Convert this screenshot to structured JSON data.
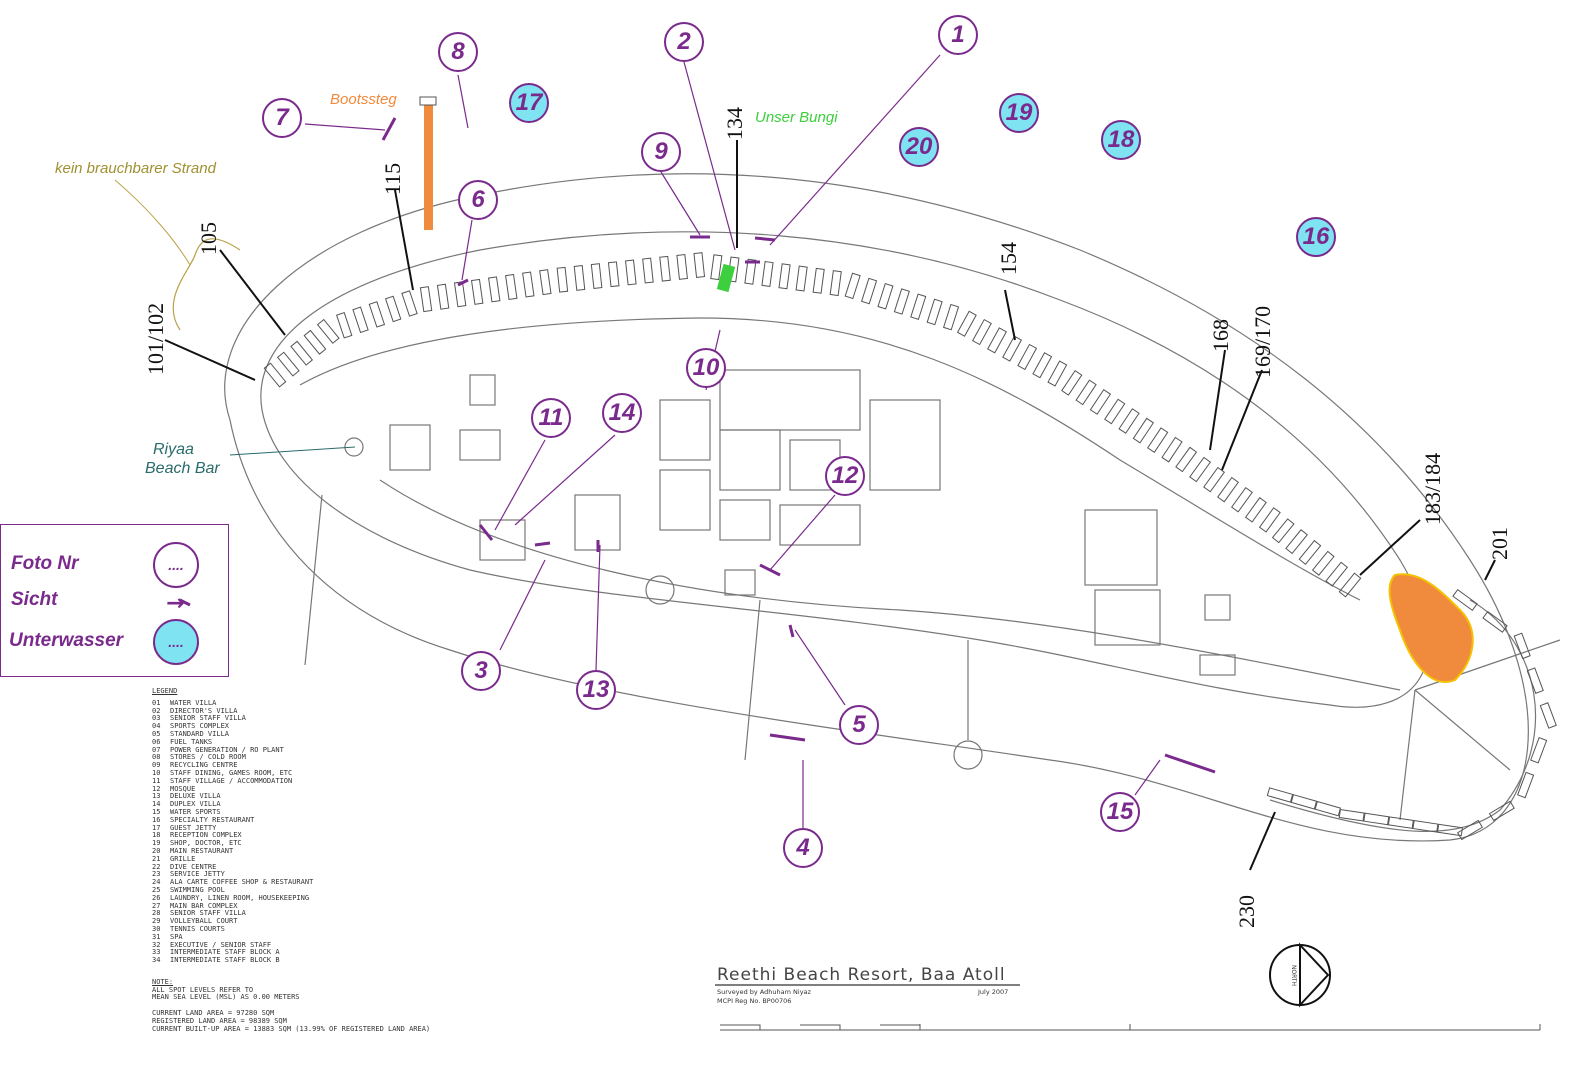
{
  "annotations": {
    "bootssteg": "Bootssteg",
    "unser_bungi": "Unser Bungi",
    "kein_strand": "kein brauchbarer Strand",
    "beach_bar_line1": "Riyaa",
    "beach_bar_line2": "Beach Bar"
  },
  "villa_labels": [
    "101/102",
    "105",
    "115",
    "134",
    "154",
    "168",
    "169/170",
    "183/184",
    "201",
    "230"
  ],
  "photo_markers": [
    "1",
    "2",
    "3",
    "4",
    "5",
    "6",
    "7",
    "8",
    "9",
    "10",
    "11",
    "12",
    "13",
    "14",
    "15"
  ],
  "underwater_markers": [
    "16",
    "17",
    "18",
    "19",
    "20"
  ],
  "key": {
    "foto_nr": "Foto Nr",
    "sicht": "Sicht",
    "unterwasser": "Unterwasser",
    "dots": "...."
  },
  "legend": {
    "heading": "LEGEND",
    "items": [
      [
        "01",
        "WATER VILLA"
      ],
      [
        "02",
        "DIRECTOR'S VILLA"
      ],
      [
        "03",
        "SENIOR STAFF VILLA"
      ],
      [
        "04",
        "SPORTS COMPLEX"
      ],
      [
        "05",
        "STANDARD VILLA"
      ],
      [
        "06",
        "FUEL TANKS"
      ],
      [
        "07",
        "POWER GENERATION / RO PLANT"
      ],
      [
        "08",
        "STORES / COLD ROOM"
      ],
      [
        "09",
        "RECYCLING CENTRE"
      ],
      [
        "10",
        "STAFF DINING, GAMES ROOM, ETC"
      ],
      [
        "11",
        "STAFF VILLAGE / ACCOMMODATION"
      ],
      [
        "12",
        "MOSQUE"
      ],
      [
        "13",
        "DELUXE VILLA"
      ],
      [
        "14",
        "DUPLEX VILLA"
      ],
      [
        "15",
        "WATER SPORTS"
      ],
      [
        "16",
        "SPECIALTY RESTAURANT"
      ],
      [
        "17",
        "GUEST JETTY"
      ],
      [
        "18",
        "RECEPTION COMPLEX"
      ],
      [
        "19",
        "SHOP, DOCTOR, ETC"
      ],
      [
        "20",
        "MAIN RESTAURANT"
      ],
      [
        "21",
        "GRILLE"
      ],
      [
        "22",
        "DIVE CENTRE"
      ],
      [
        "23",
        "SERVICE JETTY"
      ],
      [
        "24",
        "ALA CARTE COFFEE SHOP & RESTAURANT"
      ],
      [
        "25",
        "SWIMMING POOL"
      ],
      [
        "26",
        "LAUNDRY, LINEN ROOM, HOUSEKEEPING"
      ],
      [
        "27",
        "MAIN BAR COMPLEX"
      ],
      [
        "28",
        "SENIOR STAFF VILLA"
      ],
      [
        "29",
        "VOLLEYBALL COURT"
      ],
      [
        "30",
        "TENNIS COURTS"
      ],
      [
        "31",
        "SPA"
      ],
      [
        "32",
        "EXECUTIVE / SENIOR STAFF"
      ],
      [
        "33",
        "INTERMEDIATE STAFF BLOCK A"
      ],
      [
        "34",
        "INTERMEDIATE STAFF BLOCK B"
      ]
    ],
    "note_heading": "NOTE:",
    "note_lines": [
      "ALL SPOT LEVELS REFER TO",
      "MEAN SEA LEVEL (MSL) AS 0.00 METERS"
    ],
    "area_lines": [
      "CURRENT LAND AREA = 97280 SQM",
      "REGISTERED LAND AREA = 98389 SQM",
      "CURRENT BUILT-UP AREA = 13883 SQM (13.99% OF REGISTERED LAND AREA)"
    ]
  },
  "title_block": {
    "title": "Reethi Beach Resort, Baa Atoll",
    "surveyed_by": "Surveyed by Adhuham Niyaz",
    "reg_no": "MCPI Reg No. BP00706",
    "date": "July 2007",
    "north": "NORTH"
  },
  "colors": {
    "purple": "#7a2a8c",
    "underwater": "#7fe3f2",
    "orange": "#f08a3c",
    "green": "#3ecf3e"
  }
}
